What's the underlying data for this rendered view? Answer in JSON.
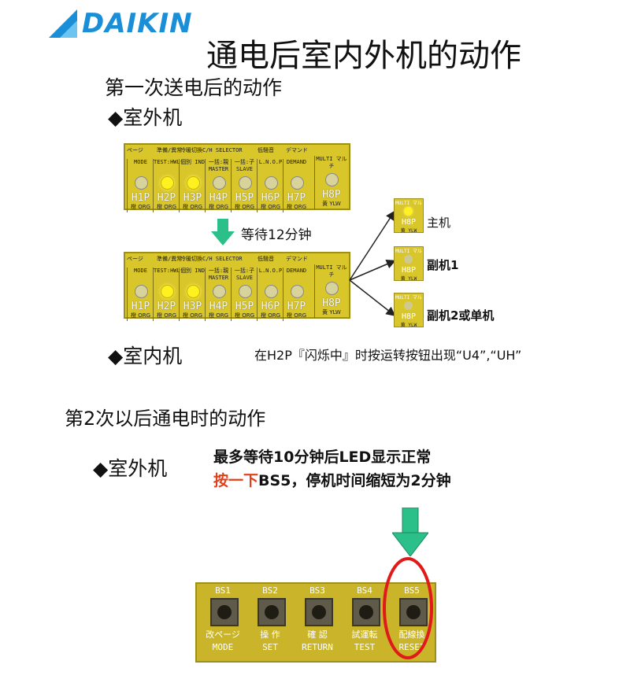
{
  "brand": {
    "name": "DAIKIN",
    "color": "#1a8fd8"
  },
  "title": "通电后室内外机的动作",
  "section1": {
    "heading": "第一次送电后的动作",
    "outdoor_label": "◆室外机",
    "wait_label": "等待12分钟",
    "indoor_label": "◆室内机",
    "indoor_note": "在H2P『闪烁中』时按运转按钮出现“U4”,“UH”",
    "roles": [
      "主机",
      "副机1",
      "副机2或单机"
    ]
  },
  "panel": {
    "groups": [
      "ページ",
      "準備/異常",
      "冷暖切換C/H SELECTOR",
      "低騒音",
      "デマンド"
    ],
    "cells": [
      {
        "cap": "MODE",
        "lab": "H1P",
        "sub": "橙 ORG"
      },
      {
        "cap": "TEST:HWL",
        "lab": "H2P",
        "sub": "橙 ORG"
      },
      {
        "cap": "個別 IND",
        "lab": "H3P",
        "sub": "橙 ORG"
      },
      {
        "cap": "一括:親 MASTER",
        "lab": "H4P",
        "sub": "橙 ORG"
      },
      {
        "cap": "一括:子 SLAVE",
        "lab": "H5P",
        "sub": "橙 ORG"
      },
      {
        "cap": "L.N.O.P",
        "lab": "H6P",
        "sub": "橙 ORG"
      },
      {
        "cap": "DEMAND",
        "lab": "H7P",
        "sub": "橙 ORG"
      }
    ],
    "multi": {
      "cap": "MULTI マルチ",
      "lab": "H8P",
      "sub": "黄 YLW"
    }
  },
  "section2": {
    "heading": "第2次以后通电时的动作",
    "outdoor_label": "◆室外机",
    "line1": "最多等待10分钟后LED显示正常",
    "line2_red": "按一下",
    "line2_rest": "BS5，停机时间缩短为2分钟"
  },
  "buttons": [
    {
      "bs": "BS1",
      "jp": "改ページ",
      "en": "MODE"
    },
    {
      "bs": "BS2",
      "jp": "操 作",
      "en": "SET"
    },
    {
      "bs": "BS3",
      "jp": "確 認",
      "en": "RETURN"
    },
    {
      "bs": "BS4",
      "jp": "試運転",
      "en": "TEST"
    },
    {
      "bs": "BS5",
      "jp": "配線換",
      "en": "RESET"
    }
  ],
  "colors": {
    "panel": "#d9c62a",
    "arrow": "#2bbf8a",
    "highlight": "#e01a1a",
    "red_text": "#e0401a"
  }
}
